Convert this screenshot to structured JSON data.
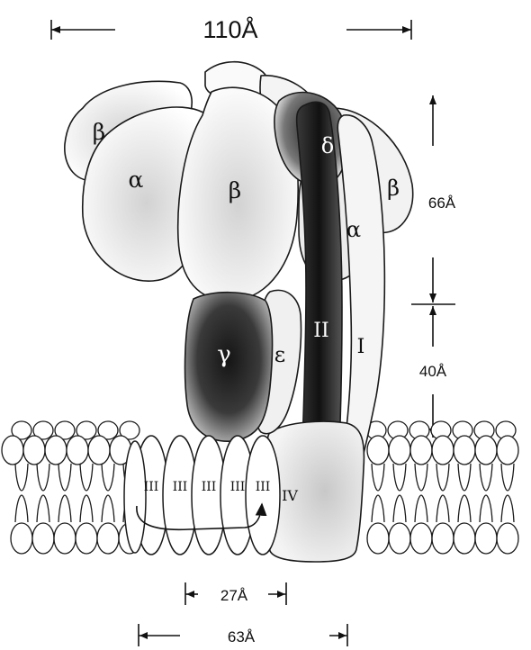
{
  "dimensions": {
    "width_top": "110Å",
    "height_head": "66Å",
    "height_stalk": "40Å",
    "c_ring_inner": "27Å",
    "c_ring_outer": "63Å"
  },
  "subunits": {
    "beta_left": "β",
    "alpha_left": "α",
    "beta_center": "β",
    "delta": "δ",
    "alpha_right": "α",
    "beta_right": "β",
    "gamma": "γ",
    "epsilon": "ε",
    "b_subunit_ii": "II",
    "b_subunit_i": "I",
    "a_subunit_iv": "IV",
    "c_subunits": [
      "III",
      "III",
      "III",
      "III",
      "III"
    ]
  },
  "colors": {
    "line": "#1a1a1a",
    "gamma_dark": "#2b2b2b",
    "stalk_dark": "#1e1e1e",
    "shade": "#d8d8d8"
  }
}
